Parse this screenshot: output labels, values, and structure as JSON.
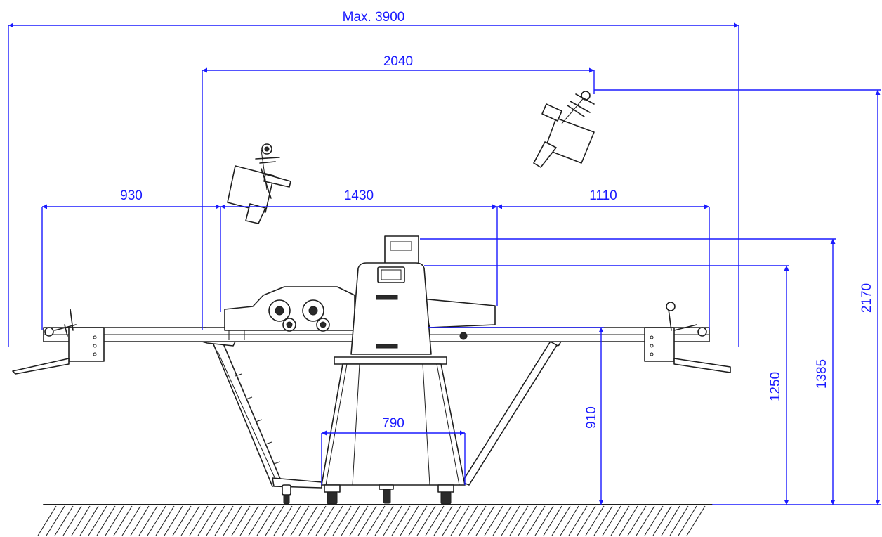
{
  "colors": {
    "dimension": "#1a1aff",
    "machine": "#1e1e1e",
    "background": "#ffffff"
  },
  "dimensions": {
    "overall_max": "Max. 3900",
    "upper_span": "2040",
    "left_table": "930",
    "center_rollers": "1430",
    "right_table": "1110",
    "base_width": "790",
    "table_height": "910",
    "roller_top_height": "1250",
    "console_height": "1385",
    "raised_table_height": "2170"
  }
}
